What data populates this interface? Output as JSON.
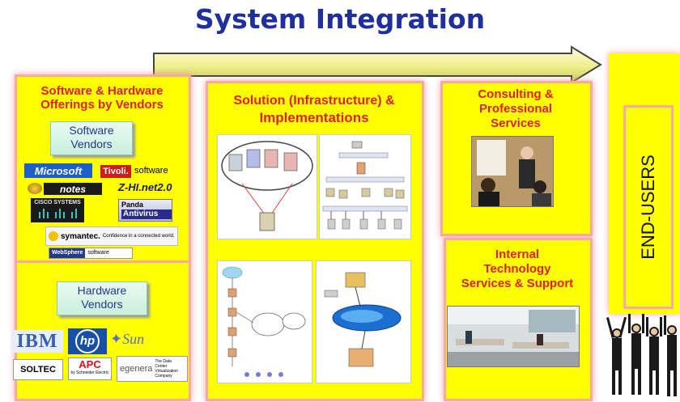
{
  "title": "System Integration",
  "vendors_panel": {
    "heading_line1": "Software & Hardware",
    "heading_line2": "Offerings by Vendors",
    "software_box_line1": "Software",
    "software_box_line2": "Vendors",
    "hardware_box_line1": "Hardware",
    "hardware_box_line2": "Vendors",
    "software_logos": {
      "microsoft": "Microsoft",
      "tivoli": "Tivoli.",
      "tivoli_suffix": "software",
      "notes": "notes",
      "zhi": "Z-HI.net2.0",
      "cisco": "CISCO SYSTEMS",
      "panda_line1": "Panda",
      "panda_line2": "Antivirus",
      "symantec": "symantec.",
      "symantec_tagline": "Confidence in a connected world.",
      "websphere": "WebSphere",
      "websphere_suffix": "software"
    },
    "hardware_logos": {
      "ibm": "IBM",
      "hp": "hp",
      "sun": "Sun",
      "soltec": "SOLTEC",
      "apc": "APC",
      "apc_sub": "by Schneider Electric",
      "egenera": "egenera",
      "egenera_desc": "The Data Center Virtualization Company"
    }
  },
  "solution_panel": {
    "heading_line1": "Solution (Infrastructure) &",
    "heading_line2": "Implementations"
  },
  "consulting_panel": {
    "heading_line1": "Consulting &",
    "heading_line2": "Professional",
    "heading_line3": "Services"
  },
  "internal_panel": {
    "heading_line1": "Internal",
    "heading_line2": "Technology",
    "heading_line3": "Services & Support"
  },
  "end_users": "END-USERS",
  "colors": {
    "title": "#1f2f9e",
    "panel": "#ffff00",
    "heading_red": "#e0201c",
    "panel_border": "#f7a8a8"
  }
}
